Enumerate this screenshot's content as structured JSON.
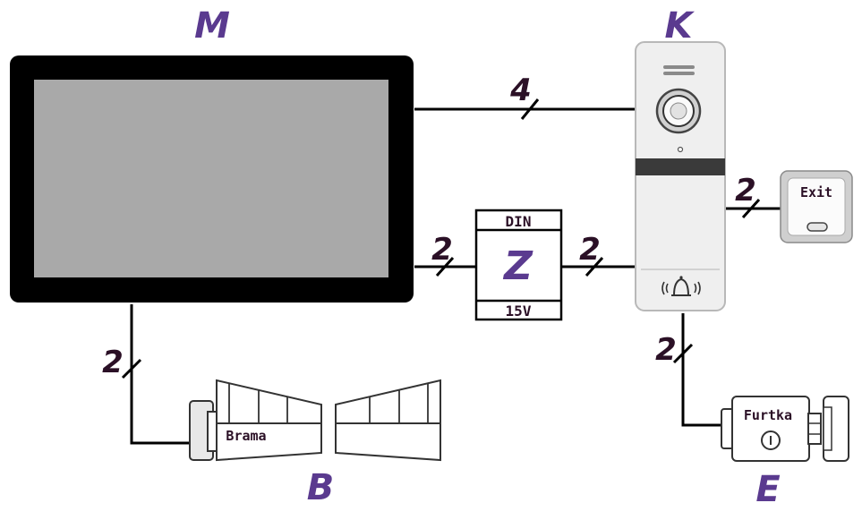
{
  "labels": {
    "monitor": "M",
    "panel": "K",
    "power_supply": "Z",
    "gate": "B",
    "wicket_lock": "E"
  },
  "wire_counts": {
    "monitor_to_panel": "4",
    "monitor_to_power": "2",
    "power_to_panel": "2",
    "panel_to_exit": "2",
    "monitor_to_gate": "2",
    "panel_to_lock": "2"
  },
  "power_supply": {
    "top_text": "DIN",
    "bottom_text": "15V"
  },
  "exit_button": {
    "text": "Exit"
  },
  "gate": {
    "text": "Brama"
  },
  "lock": {
    "text": "Furtka"
  },
  "colors": {
    "accent_letters": "#5a3a8f",
    "numbers": "#2b1026"
  }
}
